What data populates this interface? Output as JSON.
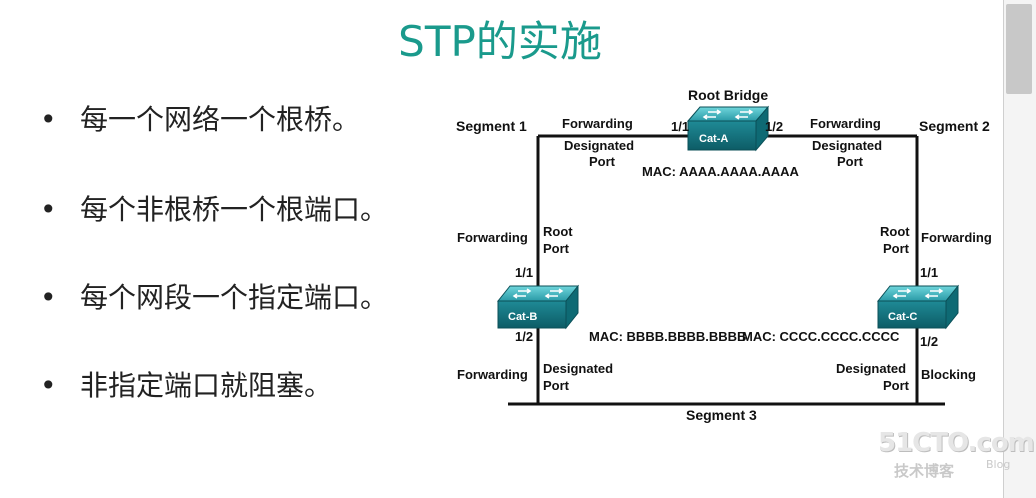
{
  "title": "STP的实施",
  "bullets": [
    "每一个网络一个根桥。",
    "每个非根桥一个根端口。",
    "每个网段一个指定端口。",
    "非指定端口就阻塞。"
  ],
  "diagram": {
    "root_bridge_label": "Root Bridge",
    "segment1": "Segment 1",
    "segment2": "Segment 2",
    "segment3": "Segment 3",
    "switches": {
      "a": {
        "name": "Cat-A",
        "mac": "MAC: AAAA.AAAA.AAAA",
        "port_left": "1/1",
        "port_right": "1/2"
      },
      "b": {
        "name": "Cat-B",
        "mac": "MAC: BBBB.BBBB.BBBB",
        "port_top": "1/1",
        "port_bottom": "1/2"
      },
      "c": {
        "name": "Cat-C",
        "mac": "MAC: CCCC.CCCC.CCCC",
        "port_top": "1/1",
        "port_bottom": "1/2"
      }
    },
    "port_labels": {
      "a_left_state": "Forwarding",
      "a_right_state": "Forwarding",
      "a_left_role_1": "Designated",
      "a_left_role_2": "Port",
      "a_right_role_1": "Designated",
      "a_right_role_2": "Port",
      "b_top_state": "Forwarding",
      "b_top_role_1": "Root",
      "b_top_role_2": "Port",
      "c_top_state": "Forwarding",
      "c_top_role_1": "Root",
      "c_top_role_2": "Port",
      "b_bottom_state": "Forwarding",
      "b_bottom_role_1": "Designated",
      "b_bottom_role_2": "Port",
      "c_bottom_state": "Blocking",
      "c_bottom_role_1": "Designated",
      "c_bottom_role_2": "Port"
    }
  },
  "watermark": {
    "main": "51CTO.com",
    "sub": "技术博客",
    "blog": "Blog"
  }
}
